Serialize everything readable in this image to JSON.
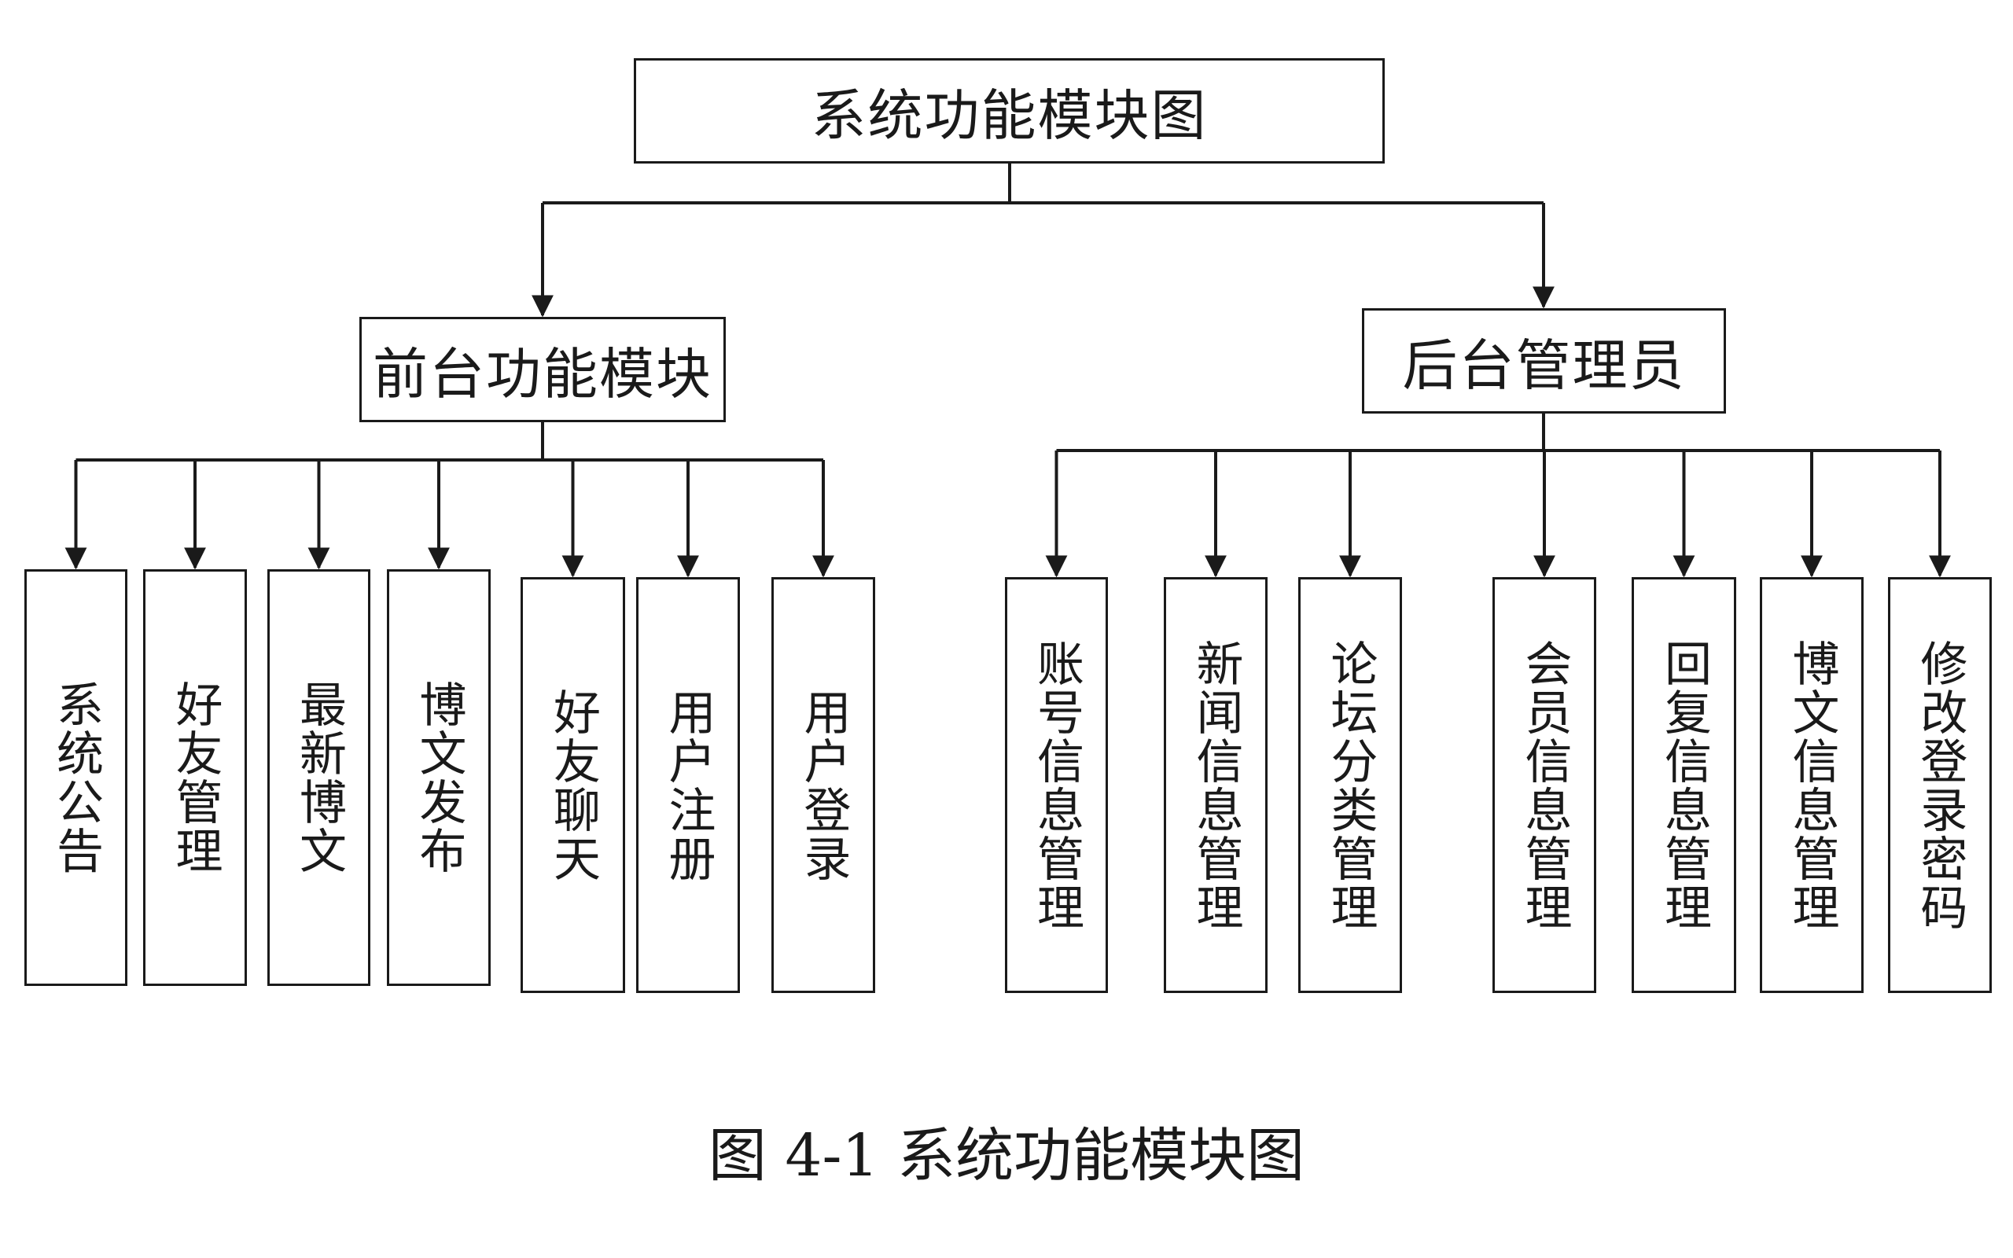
{
  "root": {
    "label": "系统功能模块图"
  },
  "front": {
    "label": "前台功能模块",
    "children": [
      "系统公告",
      "好友管理",
      "最新博文",
      "博文发布",
      "好友聊天",
      "用户注册",
      "用户登录"
    ]
  },
  "back": {
    "label": "后台管理员",
    "children": [
      "账号信息管理",
      "新闻信息管理",
      "论坛分类管理",
      "会员信息管理",
      "回复信息管理",
      "博文信息管理",
      "修改登录密码"
    ]
  },
  "caption": "图 4-1 系统功能模块图",
  "colors": {
    "line": "#1a1a1a",
    "background": "#ffffff"
  }
}
